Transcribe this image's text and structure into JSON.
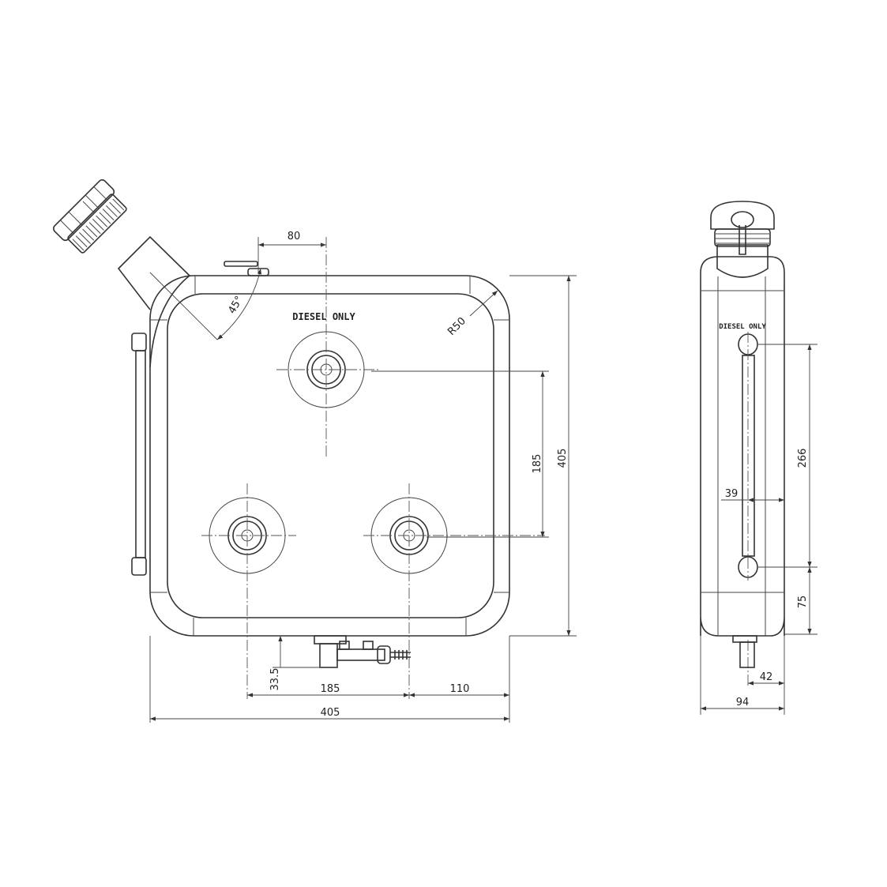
{
  "drawing": {
    "front_view": {
      "label": "DIESEL ONLY",
      "dimensions": {
        "filler_offset": "80",
        "angle": "45°",
        "corner_radius": "R50",
        "vertical_hole_spacing": "185",
        "height": "405",
        "drain_height": "33.5",
        "horizontal_hole_spacing": "185",
        "hole_to_edge": "110",
        "width": "405"
      }
    },
    "side_view": {
      "label": "DIESEL ONLY",
      "dimensions": {
        "gauge_spacing": "266",
        "gauge_offset": "39",
        "bottom_gauge_height": "75",
        "drain_offset": "42",
        "depth": "94"
      }
    }
  }
}
